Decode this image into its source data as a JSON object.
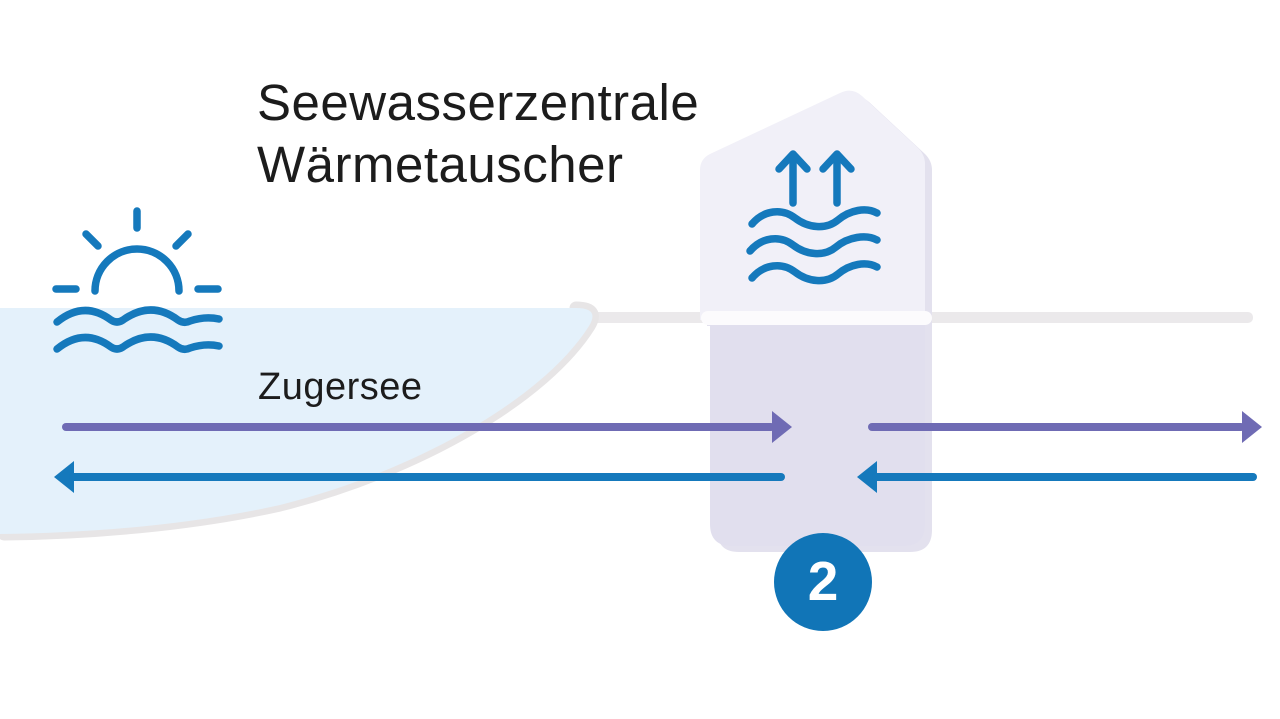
{
  "diagram": {
    "title": {
      "line1": "Seewasserzentrale",
      "line2": "Wärmetauscher"
    },
    "lake_label": "Zugersee",
    "step_badge": "2",
    "icons": {
      "lake_icon": "sun-setting-over-water",
      "building_icon": "heat-rising-from-water"
    }
  },
  "colors": {
    "ink": "#1c1c1c",
    "lake_fill": "#e4f1fb",
    "shore": "#e7e5e6",
    "ground_band": "#ebe9eb",
    "building_top": "#f1f0f8",
    "building_shadow": "#e3e1ee",
    "building_bottom": "#e1dfee",
    "band_inner": "#fcfbfd",
    "blue": "#1579bc",
    "purple": "#6f6bb4",
    "badge_blue": "#1175b7",
    "badge_text": "#ffffff"
  }
}
